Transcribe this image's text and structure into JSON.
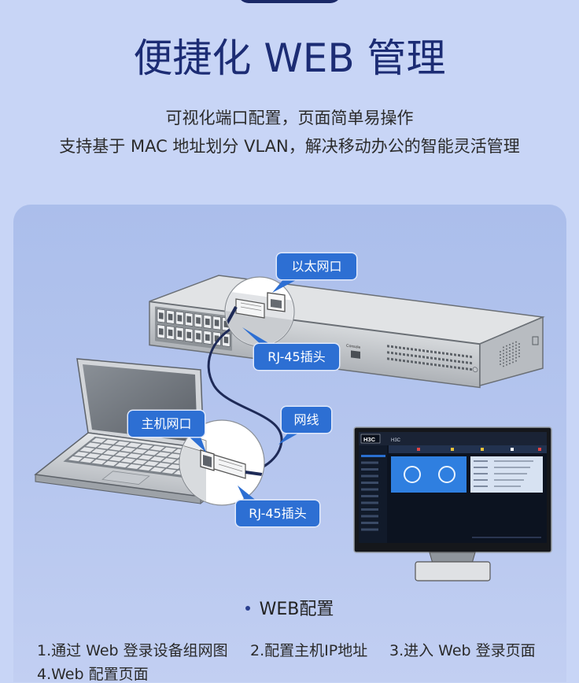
{
  "header": {
    "title": "便捷化 WEB 管理",
    "subtitle_lines": [
      "可视化端口配置，页面简单易操作",
      "支持基于 MAC 地址划分 VLAN，解决移动办公的智能灵活管理"
    ]
  },
  "diagram": {
    "callouts": {
      "ethernet_port": "以太网口",
      "rj45_switch_side": "RJ-45插头",
      "host_port": "主机网口",
      "cable": "网线",
      "rj45_host_side": "RJ-45插头"
    },
    "switch_console_label": "Console",
    "monitor": {
      "logo": "H3C",
      "header_title": "H3C"
    }
  },
  "section": {
    "heading": "WEB配置"
  },
  "steps": [
    "1.通过 Web 登录设备组网图",
    "2.配置主机IP地址",
    "3.进入 Web 登录页面",
    "4.Web 配置页面"
  ],
  "colors": {
    "background": "#c8d5f6",
    "panel": "#abbeeb",
    "title": "#1c2c74",
    "callout": "#2d6fd3",
    "cable": "#1e2a57"
  }
}
